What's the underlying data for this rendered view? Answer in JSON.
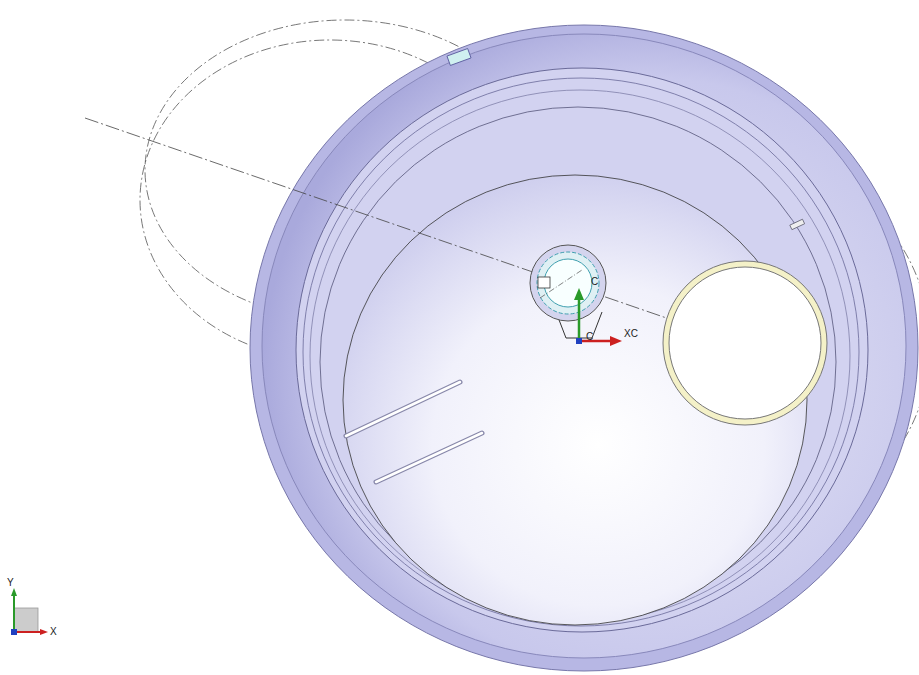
{
  "diagram": {
    "labels": [
      "C",
      "C",
      "XC",
      "Y",
      "X"
    ]
  }
}
